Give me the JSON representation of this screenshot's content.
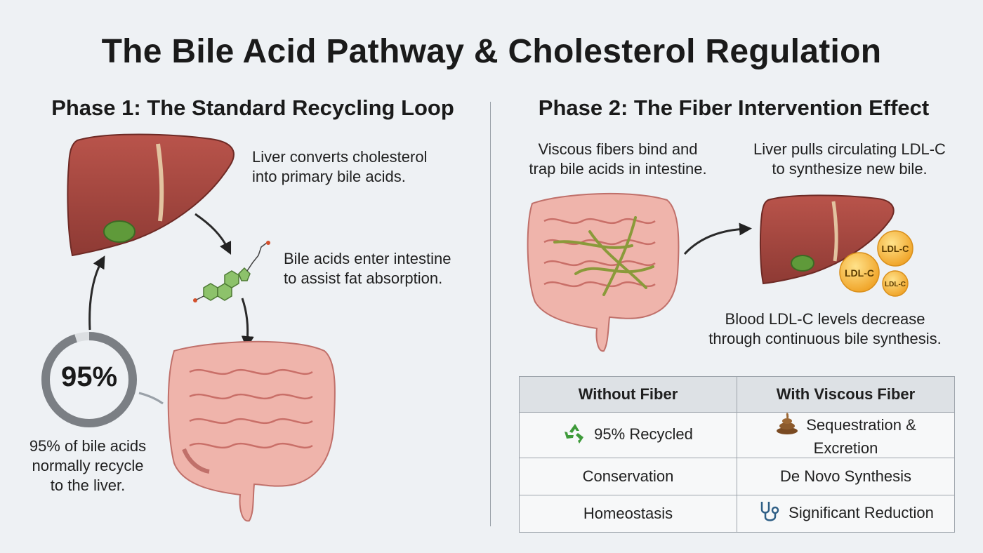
{
  "title": "The Bile Acid Pathway & Cholesterol Regulation",
  "phase1": {
    "heading": "Phase 1: The Standard Recycling Loop",
    "liver_note": [
      "Liver converts cholesterol",
      "into primary bile acids."
    ],
    "intestine_note": [
      "Bile acids enter intestine",
      "to assist fat absorption."
    ],
    "recycle_percent": "95%",
    "recycle_fraction": 0.95,
    "recycle_note": [
      "95% of bile acids",
      "normally recycle",
      "to the liver."
    ]
  },
  "phase2": {
    "heading": "Phase 2: The Fiber Intervention Effect",
    "fiber_note": [
      "Viscous fibers bind and",
      "trap bile acids in intestine."
    ],
    "liver_note": [
      "Liver pulls circulating LDL-C",
      "to synthesize new bile."
    ],
    "ldl_particles": [
      "LDL-C",
      "LDL-C",
      "LDL-C"
    ],
    "result_note": [
      "Blood LDL-C levels decrease",
      "through continuous bile synthesis."
    ]
  },
  "comparison_table": {
    "headers": [
      "Without Fiber",
      "With Viscous Fiber"
    ],
    "rows": [
      {
        "left": "95% Recycled",
        "left_icon": "recycle-icon",
        "right": "Sequestration & Excretion",
        "right_icon": "stool-icon"
      },
      {
        "left": "Conservation",
        "right": "De Novo Synthesis"
      },
      {
        "left": "Homeostasis",
        "right": "Significant Reduction",
        "right_icon": "stethoscope-icon"
      }
    ]
  },
  "colors": {
    "liver": "#a9463f",
    "gallbladder": "#5f9a3a",
    "intestine": "#e9a8a0",
    "fiber": "#8a9a3a",
    "ldl": "#f5b73a",
    "bile_molecule": "#8dc26b"
  }
}
